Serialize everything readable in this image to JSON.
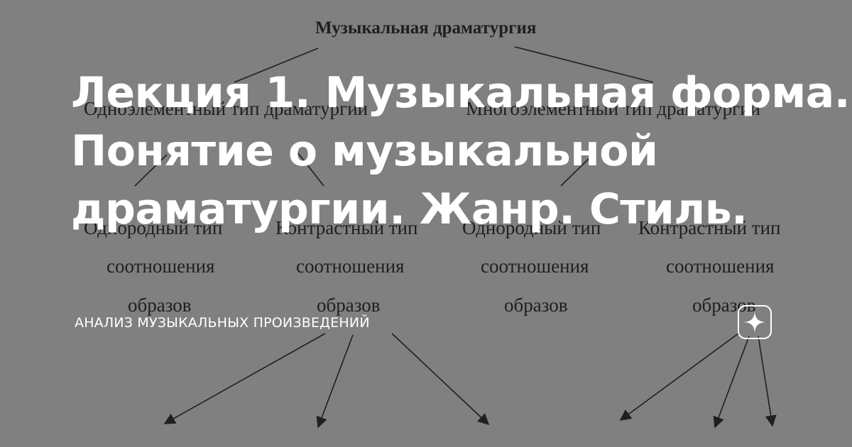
{
  "diagram": {
    "title": "Музыкальная драматургия",
    "branch_left": "Одноэлементный тип драматургии",
    "branch_right": "Многоэлементный тип драматургии",
    "leaves": [
      {
        "line1": "Однородный тип",
        "line2": "соотношения",
        "line3": "образов"
      },
      {
        "line1": "Контрастный тип",
        "line2": "соотношения",
        "line3": "образов"
      },
      {
        "line1": "Однородный тип",
        "line2": "соотношения",
        "line3": "образов"
      },
      {
        "line1": "Контрастный тип",
        "line2": "соотношения",
        "line3": "образов"
      }
    ]
  },
  "article": {
    "title_lines": [
      "Лекция 1. Музыкальная форма.",
      "Понятие о музыкальной",
      "драматургии. Жанр. Стиль."
    ],
    "category": "АНАЛИЗ МУЗЫКАЛЬНЫХ ПРОИЗВЕДЕНИЙ"
  },
  "icons": {
    "logo": "zen-star-icon"
  },
  "colors": {
    "background": "#808080",
    "diagram_ink": "#1f1f1f",
    "overlay_text": "#ffffff"
  }
}
